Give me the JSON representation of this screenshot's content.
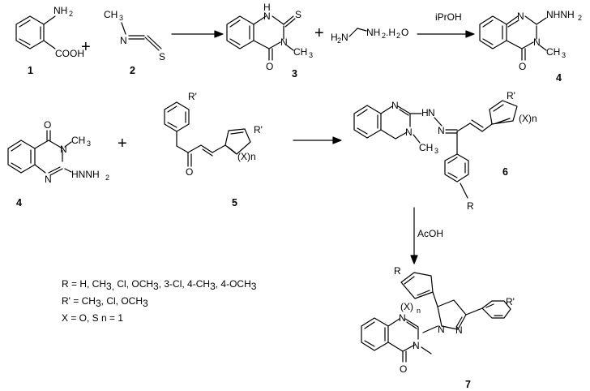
{
  "compounds": {
    "c1": {
      "number": "1",
      "nh2": "NH",
      "nh2_sub": "2",
      "cooh": "COOH"
    },
    "c2": {
      "number": "2",
      "ch3": "CH",
      "ch3_sub": "3",
      "n": "N",
      "s": "S"
    },
    "c3": {
      "number": "3",
      "nh": "H",
      "n_top": "N",
      "n_right": "N",
      "s": "S",
      "ch3": "CH",
      "ch3_sub": "3",
      "o": "O"
    },
    "hydrazine": {
      "h2n": "H",
      "h2n_sub": "2",
      "h2n_n": "N",
      "rest": "NH",
      "rest_sub": "2",
      "tail": ".H",
      "tail_sub": "2",
      "tail_o": "O"
    },
    "c4": {
      "number": "4",
      "n_top": "N",
      "n_right": "N",
      "nhnh2": "NHNH",
      "nhnh2_sub": "2",
      "ch3": "CH",
      "ch3_sub": "3",
      "o": "O"
    },
    "c4b": {
      "number": "4",
      "o": "O",
      "n_right": "N",
      "n_bottom": "N",
      "ch3": "CH",
      "ch3_sub": "3",
      "nhnh2": "HNNH",
      "nhnh2_sub": "2"
    },
    "c5": {
      "number": "5",
      "r_prime": "R'",
      "o": "O",
      "r_prime2": "R'",
      "x": "(X)n"
    },
    "c6": {
      "number": "6",
      "n_top": "N",
      "n_bottom": "N",
      "hn": "H",
      "hn_n": "N",
      "n_eq": "N",
      "ch3": "CH",
      "ch3_sub": "3",
      "r_prime": "R'",
      "x": "(X)n",
      "r": "R"
    },
    "c7": {
      "number": "7",
      "r": "R",
      "x": "(X)",
      "x_sub": "n",
      "n1": "N",
      "n2": "N",
      "n_q1": "N",
      "n_q2": "N",
      "r_prime": "R'",
      "o": "O"
    }
  },
  "reagents": {
    "step2": "iPrOH",
    "step4": "AcOH"
  },
  "operators": {
    "plus": "+"
  },
  "notes": {
    "r_line_pre": "R = H, CH",
    "r_line_sub": "3,",
    "r_line_post": " Cl, OCH",
    "r_line_sub2": "3",
    "r_line_end": ", 3-Cl, 4-CH",
    "r_line_sub3": "3",
    "r_line_end2": ", 4-OCH",
    "r_line_sub4": "3",
    "rp_line_pre": "R' = CH",
    "rp_line_sub": "3",
    "rp_line_post": ", Cl, OCH",
    "rp_line_sub2": "3",
    "x_line": "X = O, S   n = 1"
  }
}
